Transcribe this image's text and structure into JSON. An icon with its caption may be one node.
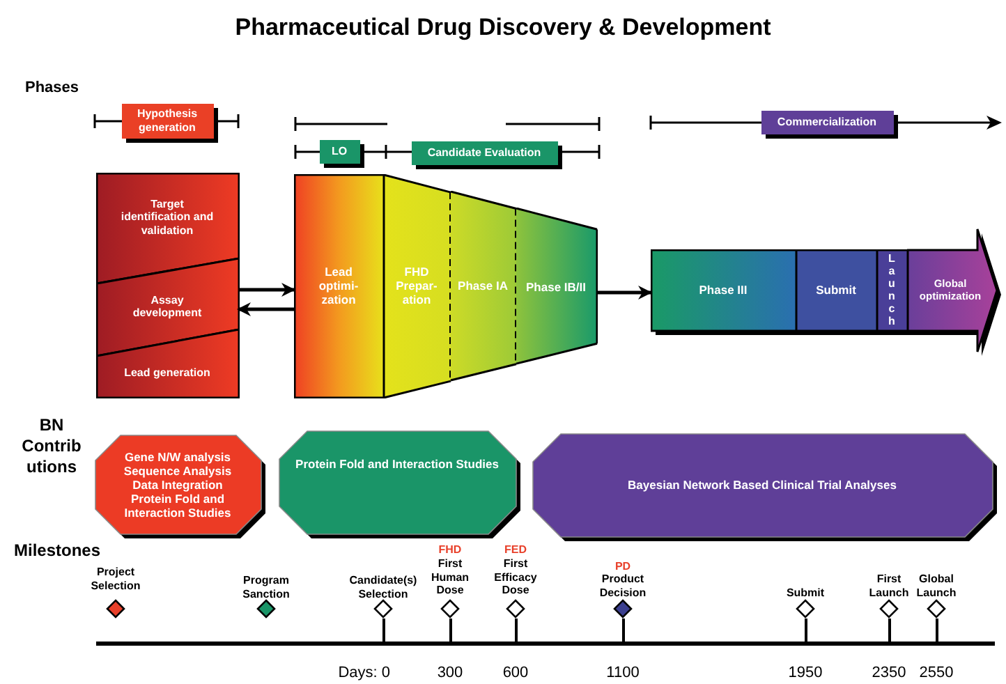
{
  "diagram": {
    "title": "Pharmaceutical Drug Discovery & Development",
    "nodes": [
      {
        "text": [
          "Hypothesis generation"
        ]
      },
      {
        "text": [
          "LO"
        ]
      },
      {
        "text": [
          "Candidate Evaluation"
        ]
      },
      {
        "text": [
          "Commercialization"
        ]
      },
      {
        "text": [
          "Target identification and validation"
        ]
      },
      {
        "text": [
          "Assay development"
        ]
      },
      {
        "text": [
          "Lead generation"
        ]
      },
      {
        "text": [
          "Lead optimi- zation"
        ]
      },
      {
        "text": [
          "FHD Prepar- ation"
        ]
      },
      {
        "text": [
          "Phase IA"
        ]
      },
      {
        "text": [
          "Phase IB/II"
        ]
      },
      {
        "text": [
          "Phase III"
        ]
      },
      {
        "text": [
          "Submit"
        ]
      },
      {
        "text": [
          "Launch"
        ]
      },
      {
        "text": [
          "Global optimization"
        ]
      },
      {
        "text": [
          "Gene N/W analysis",
          "Sequence Analysis",
          "Data Integration",
          "Protein Fold and Interaction Studies"
        ]
      },
      {
        "text": [
          "Protein Fold and Interaction Studies"
        ]
      },
      {
        "text": [
          "Bayesian Network Based Clinical Trial Analyses"
        ]
      }
    ],
    "edges": [
      {
        "from": 5,
        "to": 7,
        "arrow": "to"
      },
      {
        "from": 7,
        "to": 5,
        "arrow": "to"
      },
      {
        "from": 10,
        "to": 11,
        "arrow": "to"
      }
    ],
    "labels": [
      "Phases",
      "BN Contrib utions",
      "Milestones",
      "Project Selection",
      "Program Sanction",
      "Candidate(s) Selection",
      "FHD",
      "First Human Dose",
      "FED",
      "First Efficacy Dose",
      "PD",
      "Product Decision",
      "Submit",
      "First Launch",
      "Global Launch",
      "Days: 0",
      "300",
      "600",
      "1100",
      "1950",
      "2350",
      "2550"
    ]
  }
}
